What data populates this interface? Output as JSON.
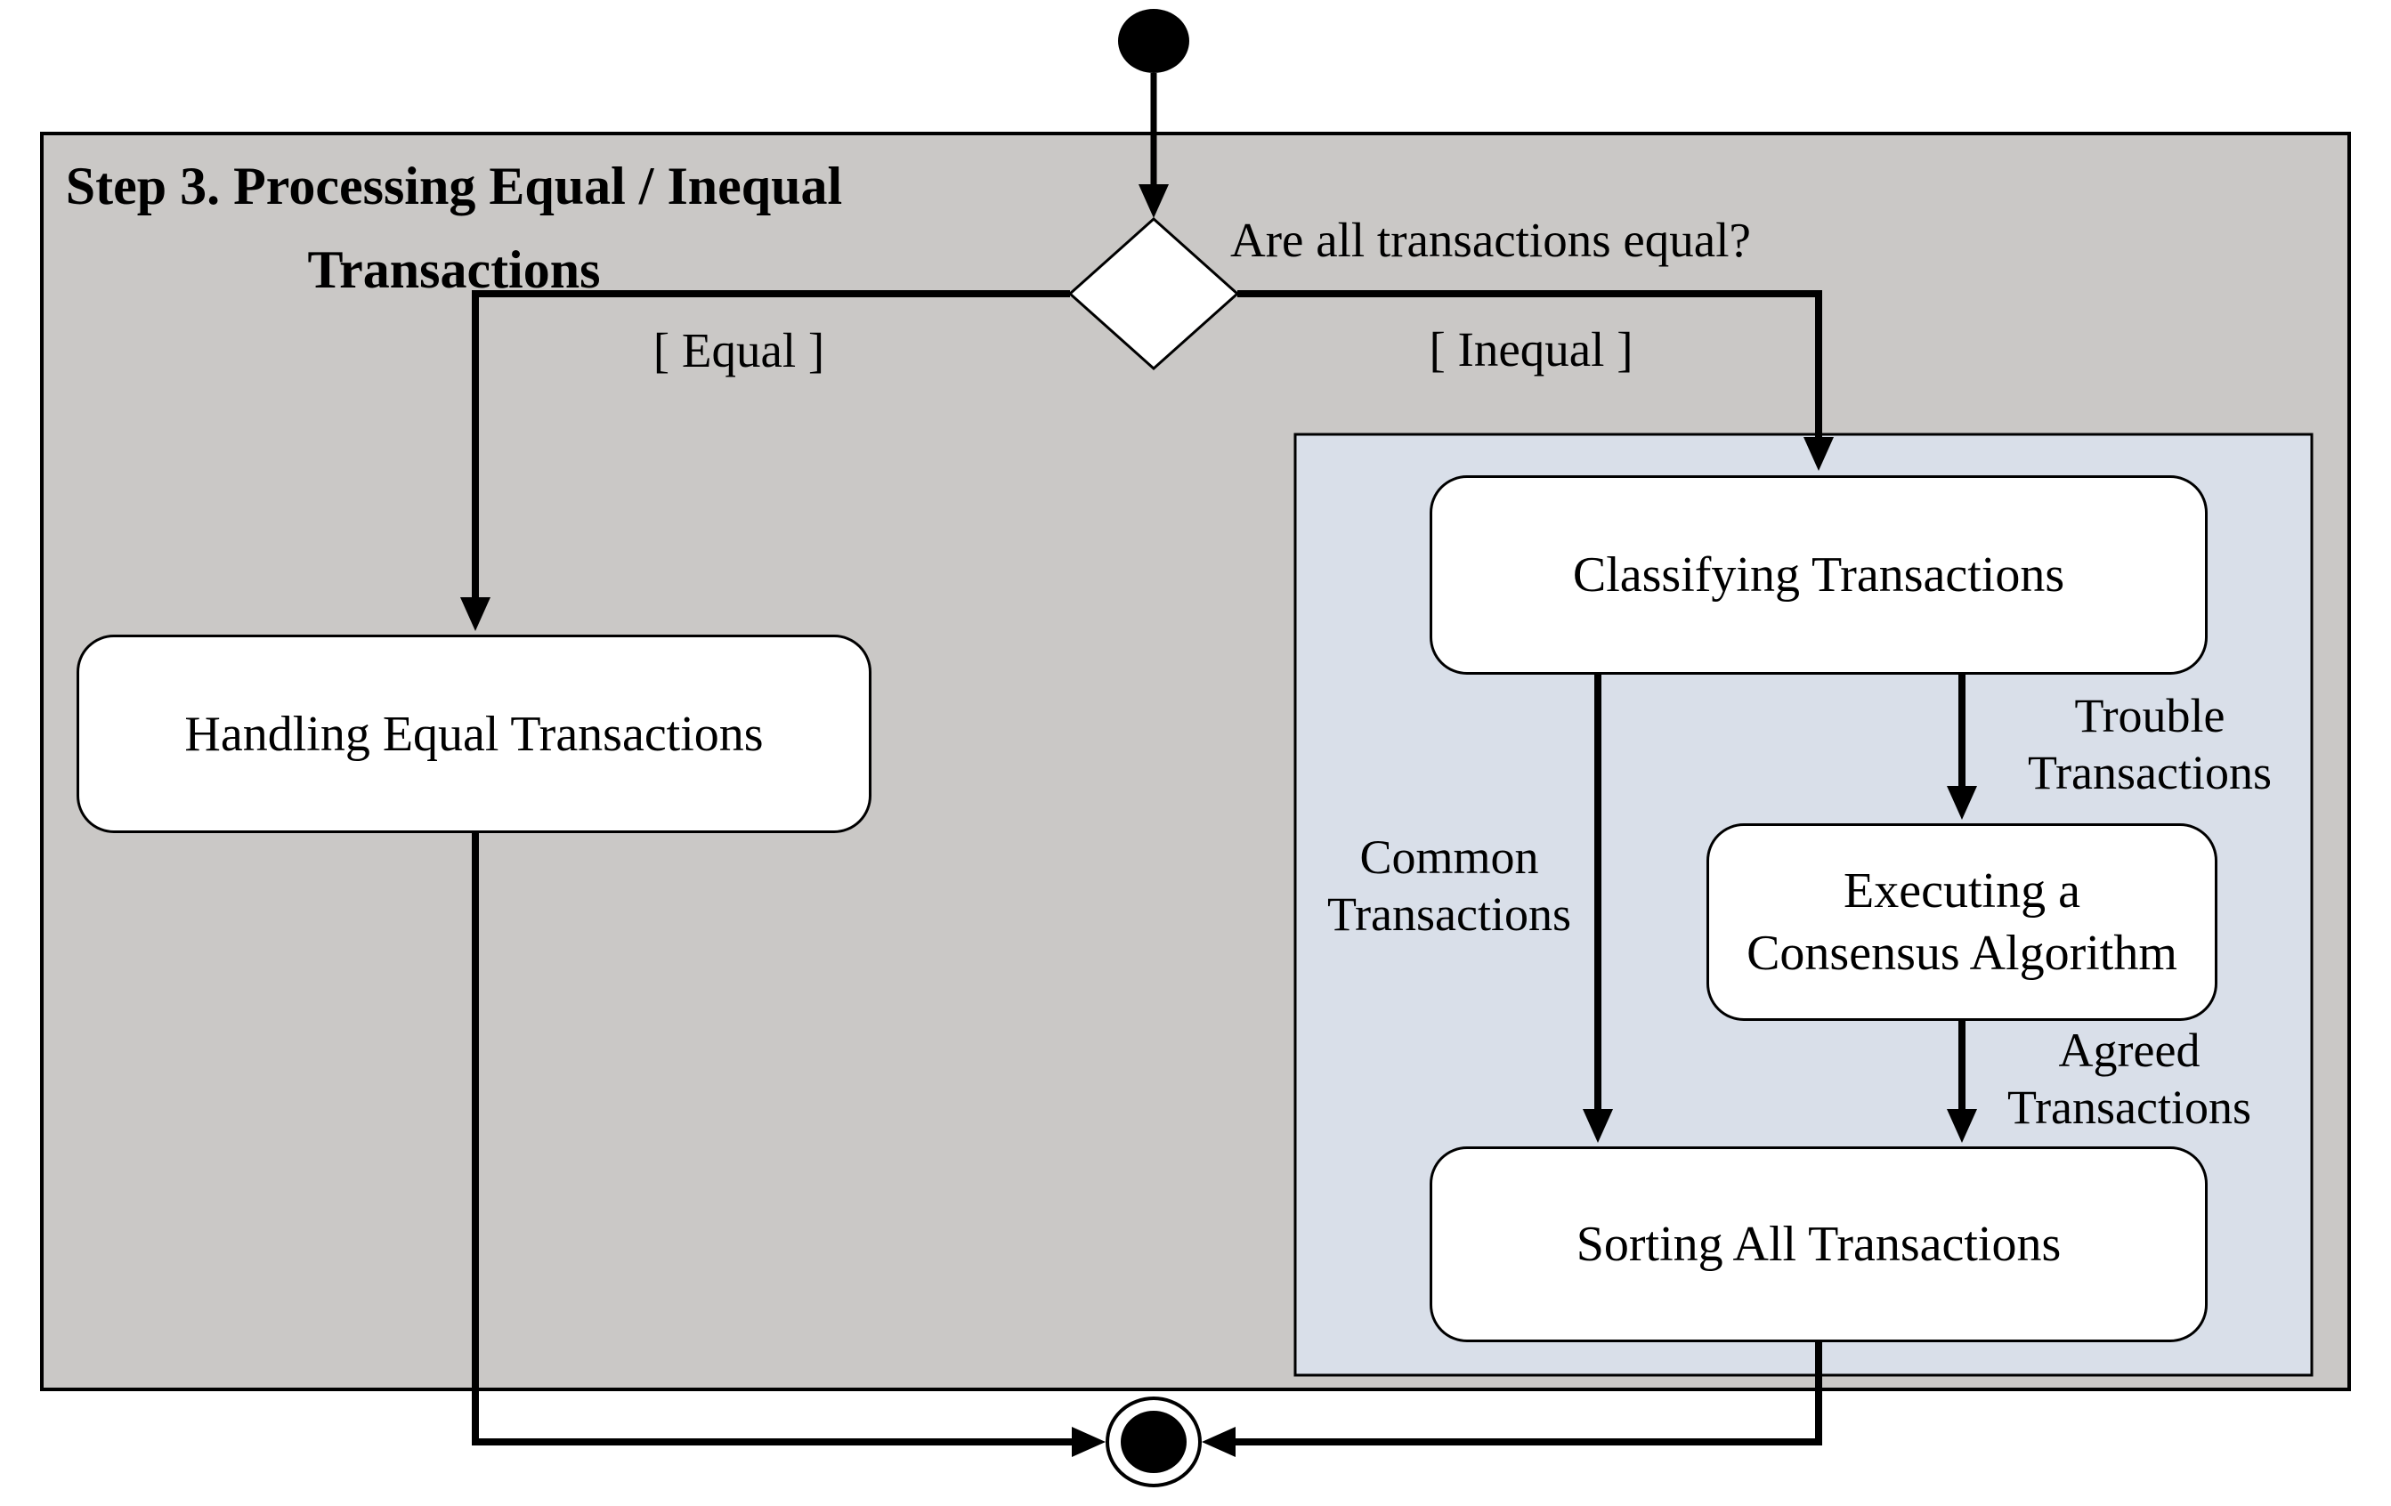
{
  "figure": {
    "region_title_line1": "Step 3. Processing Equal / Inequal",
    "region_title_line2": "Transactions",
    "decision": {
      "question": "Are all transactions equal?",
      "branch_equal": "[ Equal ]",
      "branch_inequal": "[ Inequal ]"
    },
    "nodes": {
      "handling": "Handling Equal Transactions",
      "classifying": "Classifying Transactions",
      "executing_line1": "Executing a",
      "executing_line2": "Consensus Algorithm",
      "sorting": "Sorting All Transactions"
    },
    "edge_labels": {
      "common_line1": "Common",
      "common_line2": "Transactions",
      "trouble_line1": "Trouble",
      "trouble_line2": "Transactions",
      "agreed_line1": "Agreed",
      "agreed_line2": "Transactions"
    },
    "colors": {
      "outer_bg": "#cac8c6",
      "inner_bg": "#d9dfe9",
      "node_bg": "#ffffff",
      "line": "#000000"
    }
  }
}
